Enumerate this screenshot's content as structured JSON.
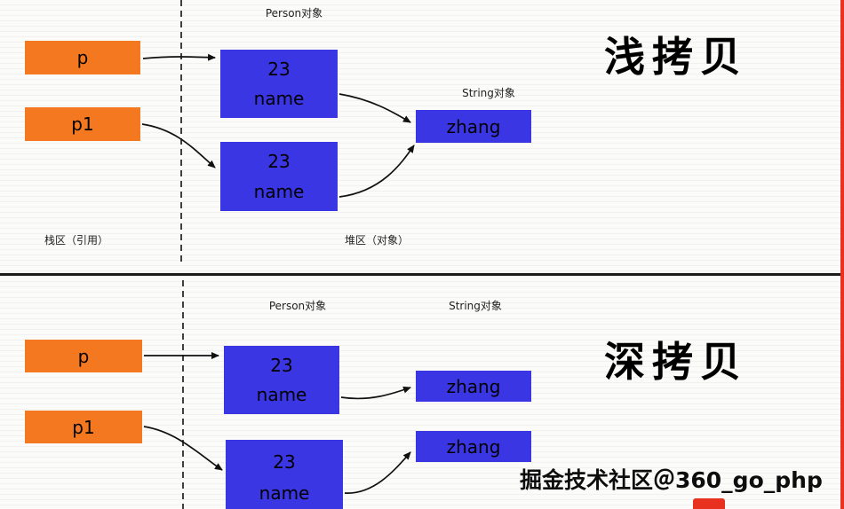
{
  "colors": {
    "pointer_box_orange": "#f4781f",
    "object_box_blue": "#3b36e4",
    "edge_line_red": "#e8321f",
    "arrow_black": "#111111"
  },
  "shallow": {
    "title": "浅拷贝",
    "person_label": "Person对象",
    "string_label": "String对象",
    "stack_label": "栈区（引用）",
    "heap_label": "堆区（对象）",
    "p_label": "p",
    "p1_label": "p1",
    "obj1": {
      "value": "23",
      "field": "name"
    },
    "obj2": {
      "value": "23",
      "field": "name"
    },
    "string_value": "zhang"
  },
  "deep": {
    "title": "深拷贝",
    "person_label": "Person对象",
    "string_label": "String对象",
    "p_label": "p",
    "p1_label": "p1",
    "obj1": {
      "value": "23",
      "field": "name"
    },
    "obj2": {
      "value": "23",
      "field": "name"
    },
    "string1_value": "zhang",
    "string2_value": "zhang"
  },
  "watermark": "掘金技术社区＠360_go_php"
}
